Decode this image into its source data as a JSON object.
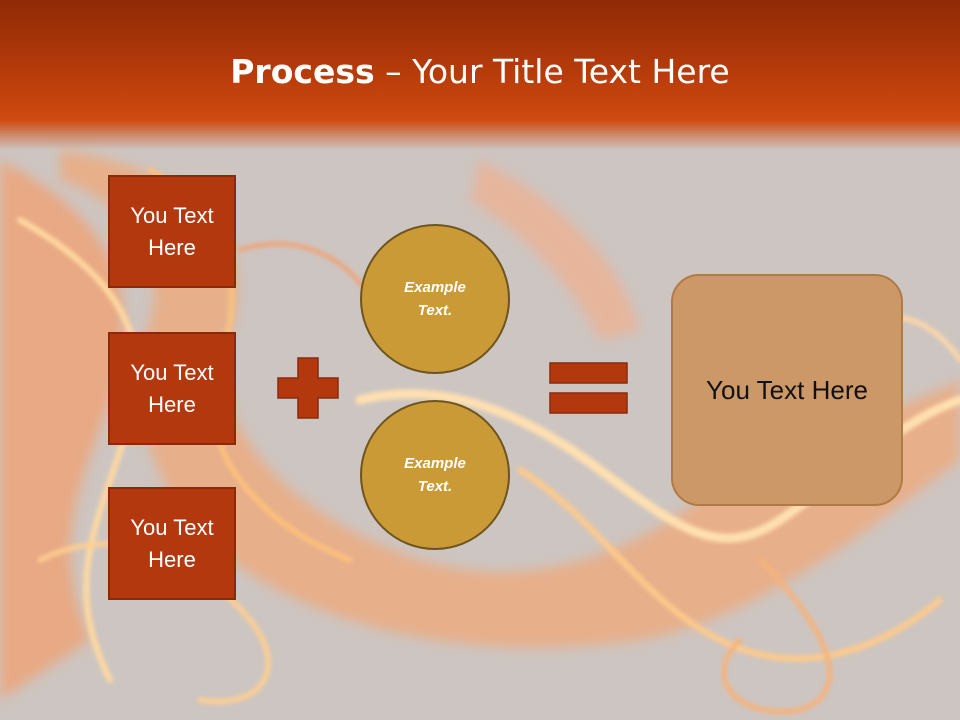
{
  "slide": {
    "title_bold": "Process",
    "title_rest": " – Your Title Text Here"
  },
  "inputs": [
    {
      "label": "You Text Here"
    },
    {
      "label": "You Text Here"
    },
    {
      "label": "You Text Here"
    }
  ],
  "circles": [
    {
      "label": "Example Text."
    },
    {
      "label": "Example Text."
    }
  ],
  "result": {
    "label": "You Text Here"
  },
  "colors": {
    "title_bar": "#b43a0a",
    "box_fill": "#b4380e",
    "circle_fill": "#c99a35",
    "operator_fill": "#b4380e",
    "result_fill": "#cd9868"
  },
  "icons": {
    "operator_1": "plus-icon",
    "operator_2": "equals-icon",
    "background": "flame-smoke-image"
  }
}
